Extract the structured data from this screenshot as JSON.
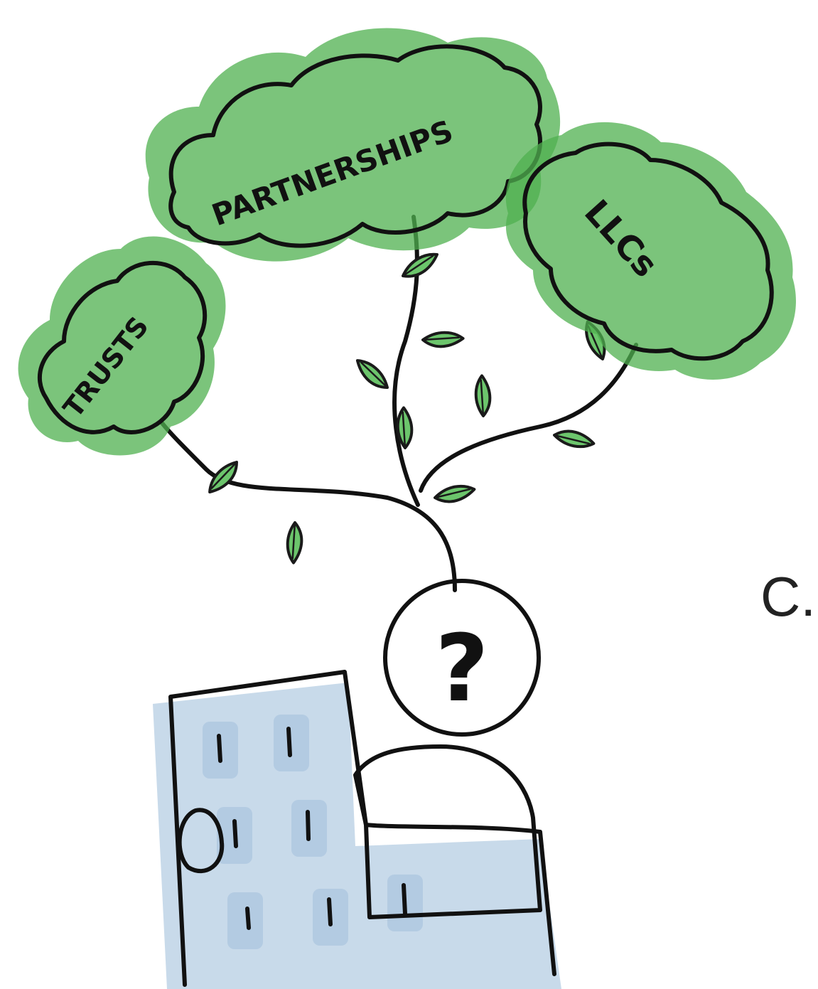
{
  "labels": {
    "trusts": "TRUSTS",
    "partnerships": "PARTNERSHIPS",
    "llcs": "LLCs",
    "question_mark": "?",
    "corner_letter": "C."
  },
  "colors": {
    "cloud_fill": "#5cbd5c",
    "cloud_wash": "#4fb04f",
    "leaf_fill": "#6cc56c",
    "head_fill": "#f6e12a",
    "building_fill": "#c2d6e8",
    "body_fill": "#c8d9e8",
    "ink": "#111111"
  },
  "icons": [
    "tree-cloud-icon",
    "leaf-icon",
    "person-head-icon",
    "building-icon"
  ]
}
